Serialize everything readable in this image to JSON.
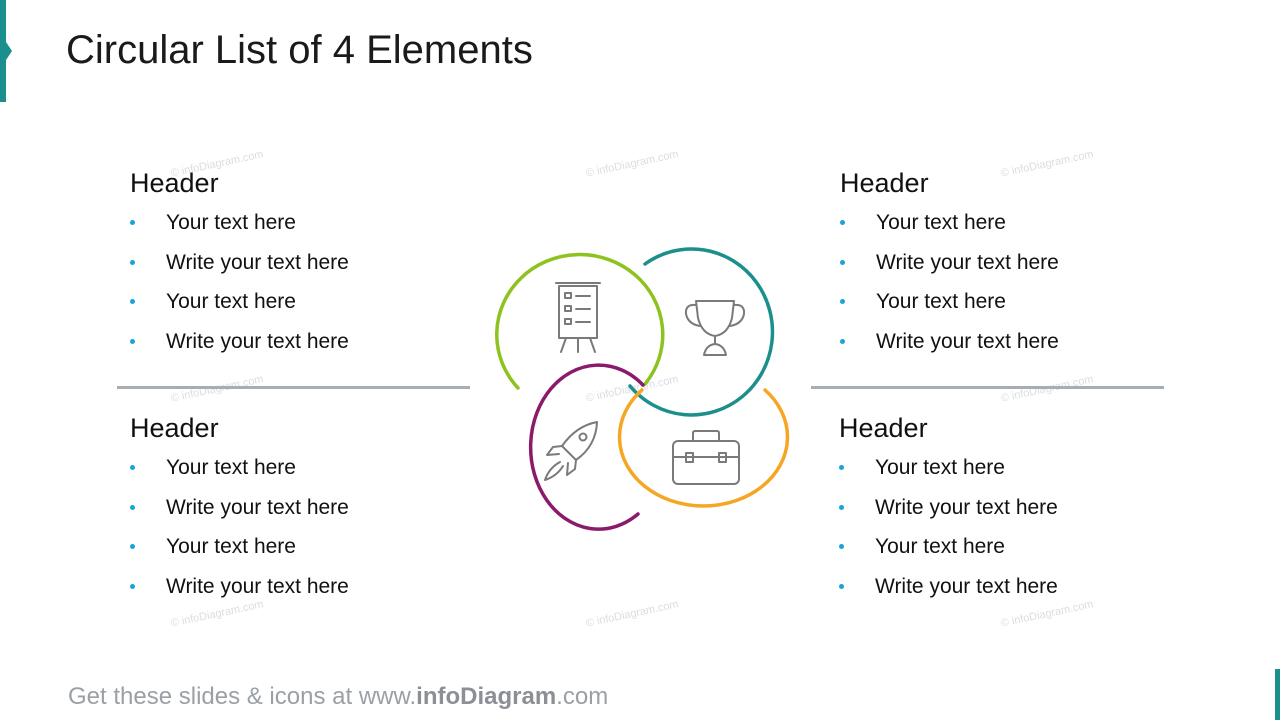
{
  "title": "Circular List of 4 Elements",
  "colors": {
    "accent": "#1a8f8c",
    "green": "#8dc21f",
    "teal": "#1a8f8c",
    "purple": "#8b1a6b",
    "orange": "#f5a623",
    "bullet": "#1aa3d9",
    "icon": "#7a7a7a"
  },
  "blocks": [
    {
      "header": "Header",
      "items": [
        "Your text here",
        "Write your text here",
        "Your text here",
        "Write your text here"
      ]
    },
    {
      "header": "Header",
      "items": [
        "Your text here",
        "Write your text here",
        "Your text here",
        "Write your text here"
      ]
    },
    {
      "header": "Header",
      "items": [
        "Your text here",
        "Write your text here",
        "Your text here",
        "Write your text here"
      ]
    },
    {
      "header": "Header",
      "items": [
        "Your text here",
        "Write your text here",
        "Your text here",
        "Write your text here"
      ]
    }
  ],
  "icons": [
    "presentation-board-icon",
    "trophy-icon",
    "rocket-icon",
    "toolbox-icon"
  ],
  "watermark": "© infoDiagram.com",
  "footer": {
    "prefix": "Get these slides & icons at www.",
    "brand": "infoDiagram",
    "suffix": ".com"
  }
}
